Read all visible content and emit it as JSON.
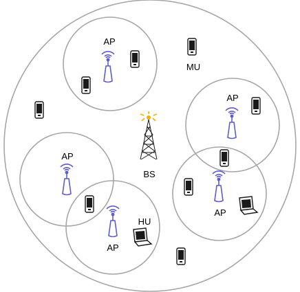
{
  "labels": {
    "base_station": "BS",
    "access_point": "AP",
    "macro_user": "MU",
    "hotspot_user": "HU"
  },
  "colors": {
    "circle_stroke": "#a6a6a6",
    "ap_blue": "#5b5bd6",
    "signal_orange": "#f0b000",
    "device": "#1a1a1a"
  },
  "icons": {
    "base_station": "tower-icon",
    "access_point": "antenna-icon",
    "mobile_user": "phone-icon",
    "laptop_user": "laptop-icon"
  }
}
